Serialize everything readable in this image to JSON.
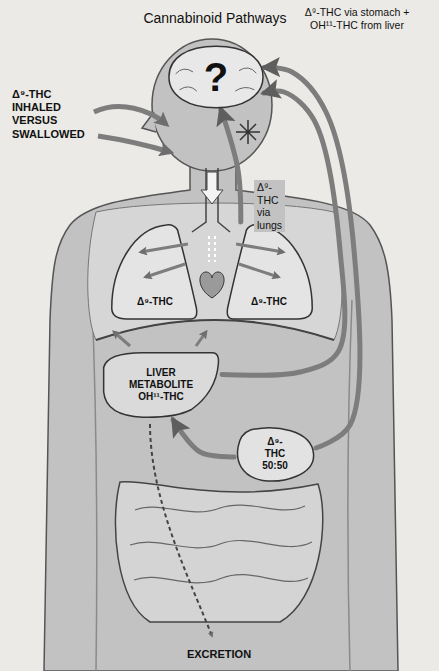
{
  "diagram": {
    "title": "Cannabinoid Pathways",
    "nodes": [
      {
        "text": [
          "?"
        ]
      },
      {
        "text": [
          "Δ⁹-THC"
        ]
      },
      {
        "text": [
          "Δ⁹-THC"
        ]
      },
      {
        "text": [
          "LIVER METABOLITE OH¹¹-THC"
        ]
      },
      {
        "text": [
          "Δ⁹-THC 50:50"
        ]
      }
    ],
    "edges": [
      {
        "from": 2,
        "to": 0,
        "arrow": "to",
        "label": "Δ⁹-THC via lungs"
      },
      {
        "from": 4,
        "to": 0,
        "arrow": "to",
        "label": "Δ⁹-THC via stomach + OH¹¹-THC from liver"
      },
      {
        "from": 3,
        "to": 0,
        "arrow": "to"
      },
      {
        "from": 4,
        "to": 3,
        "arrow": "to"
      }
    ],
    "labels": [
      "Δ⁹-THC INHALED VERSUS SWALLOWED",
      "EXCRETION"
    ]
  }
}
